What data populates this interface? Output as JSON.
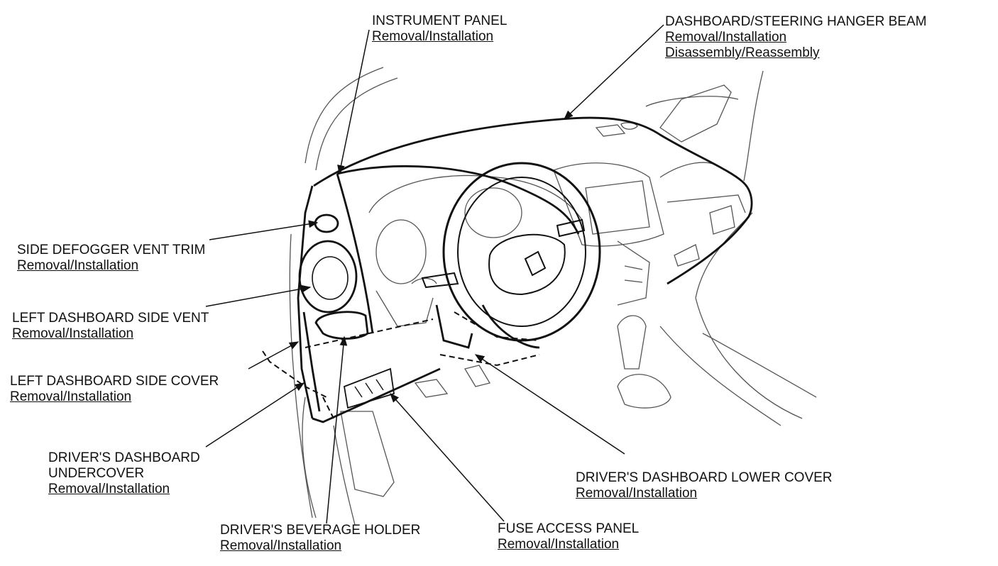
{
  "colors": {
    "ink": "#111111",
    "light_ink": "#555555",
    "background": "#ffffff"
  },
  "callouts": {
    "instrument_panel": {
      "title": "INSTRUMENT PANEL",
      "links": [
        "Removal/Installation"
      ]
    },
    "dashboard_beam": {
      "title": "DASHBOARD/STEERING HANGER BEAM",
      "links": [
        "Removal/Installation",
        "Disassembly/Reassembly"
      ]
    },
    "side_defogger": {
      "title": "SIDE DEFOGGER VENT TRIM",
      "links": [
        "Removal/Installation"
      ]
    },
    "left_side_vent": {
      "title": "LEFT DASHBOARD SIDE VENT",
      "links": [
        "Removal/Installation"
      ]
    },
    "left_side_cover": {
      "title": "LEFT DASHBOARD SIDE COVER",
      "links": [
        "Removal/Installation"
      ]
    },
    "undercover": {
      "title_lines": [
        "DRIVER'S DASHBOARD",
        "UNDERCOVER"
      ],
      "links": [
        "Removal/Installation"
      ]
    },
    "beverage_holder": {
      "title": "DRIVER'S BEVERAGE HOLDER",
      "links": [
        "Removal/Installation"
      ]
    },
    "fuse_panel": {
      "title": "FUSE ACCESS PANEL",
      "links": [
        "Removal/Installation"
      ]
    },
    "lower_cover": {
      "title": "DRIVER'S DASHBOARD LOWER COVER",
      "links": [
        "Removal/Installation"
      ]
    }
  }
}
